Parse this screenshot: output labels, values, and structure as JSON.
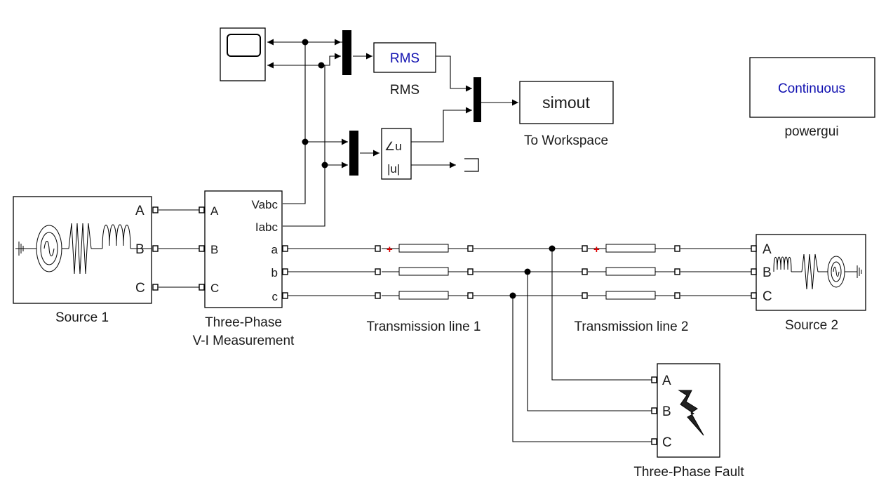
{
  "blocks": {
    "scope": {
      "label": ""
    },
    "rms": {
      "text": "RMS",
      "label": "RMS"
    },
    "to_workspace": {
      "text": "simout",
      "label": "To Workspace"
    },
    "powergui": {
      "text": "Continuous",
      "label": "powergui"
    },
    "complex_to_mag_angle": {
      "angle_port": "∠u",
      "mag_port": "|u|"
    },
    "source1": {
      "label": "Source 1",
      "ports": [
        "A",
        "B",
        "C"
      ]
    },
    "measurement": {
      "label_line1": "Three-Phase",
      "label_line2": "V-I Measurement",
      "left_ports": [
        "A",
        "B",
        "C"
      ],
      "right_ports": [
        "Vabc",
        "Iabc",
        "a",
        "b",
        "c"
      ]
    },
    "line1": {
      "label": "Transmission line 1",
      "plus": "+"
    },
    "line2": {
      "label": "Transmission line 2",
      "plus": "+"
    },
    "source2": {
      "label": "Source 2",
      "ports": [
        "A",
        "B",
        "C"
      ]
    },
    "fault": {
      "label": "Three-Phase Fault",
      "ports": [
        "A",
        "B",
        "C"
      ]
    }
  },
  "colors": {
    "link_text": "#1010b0",
    "plus_sign": "#e00000",
    "line": "#000000"
  }
}
